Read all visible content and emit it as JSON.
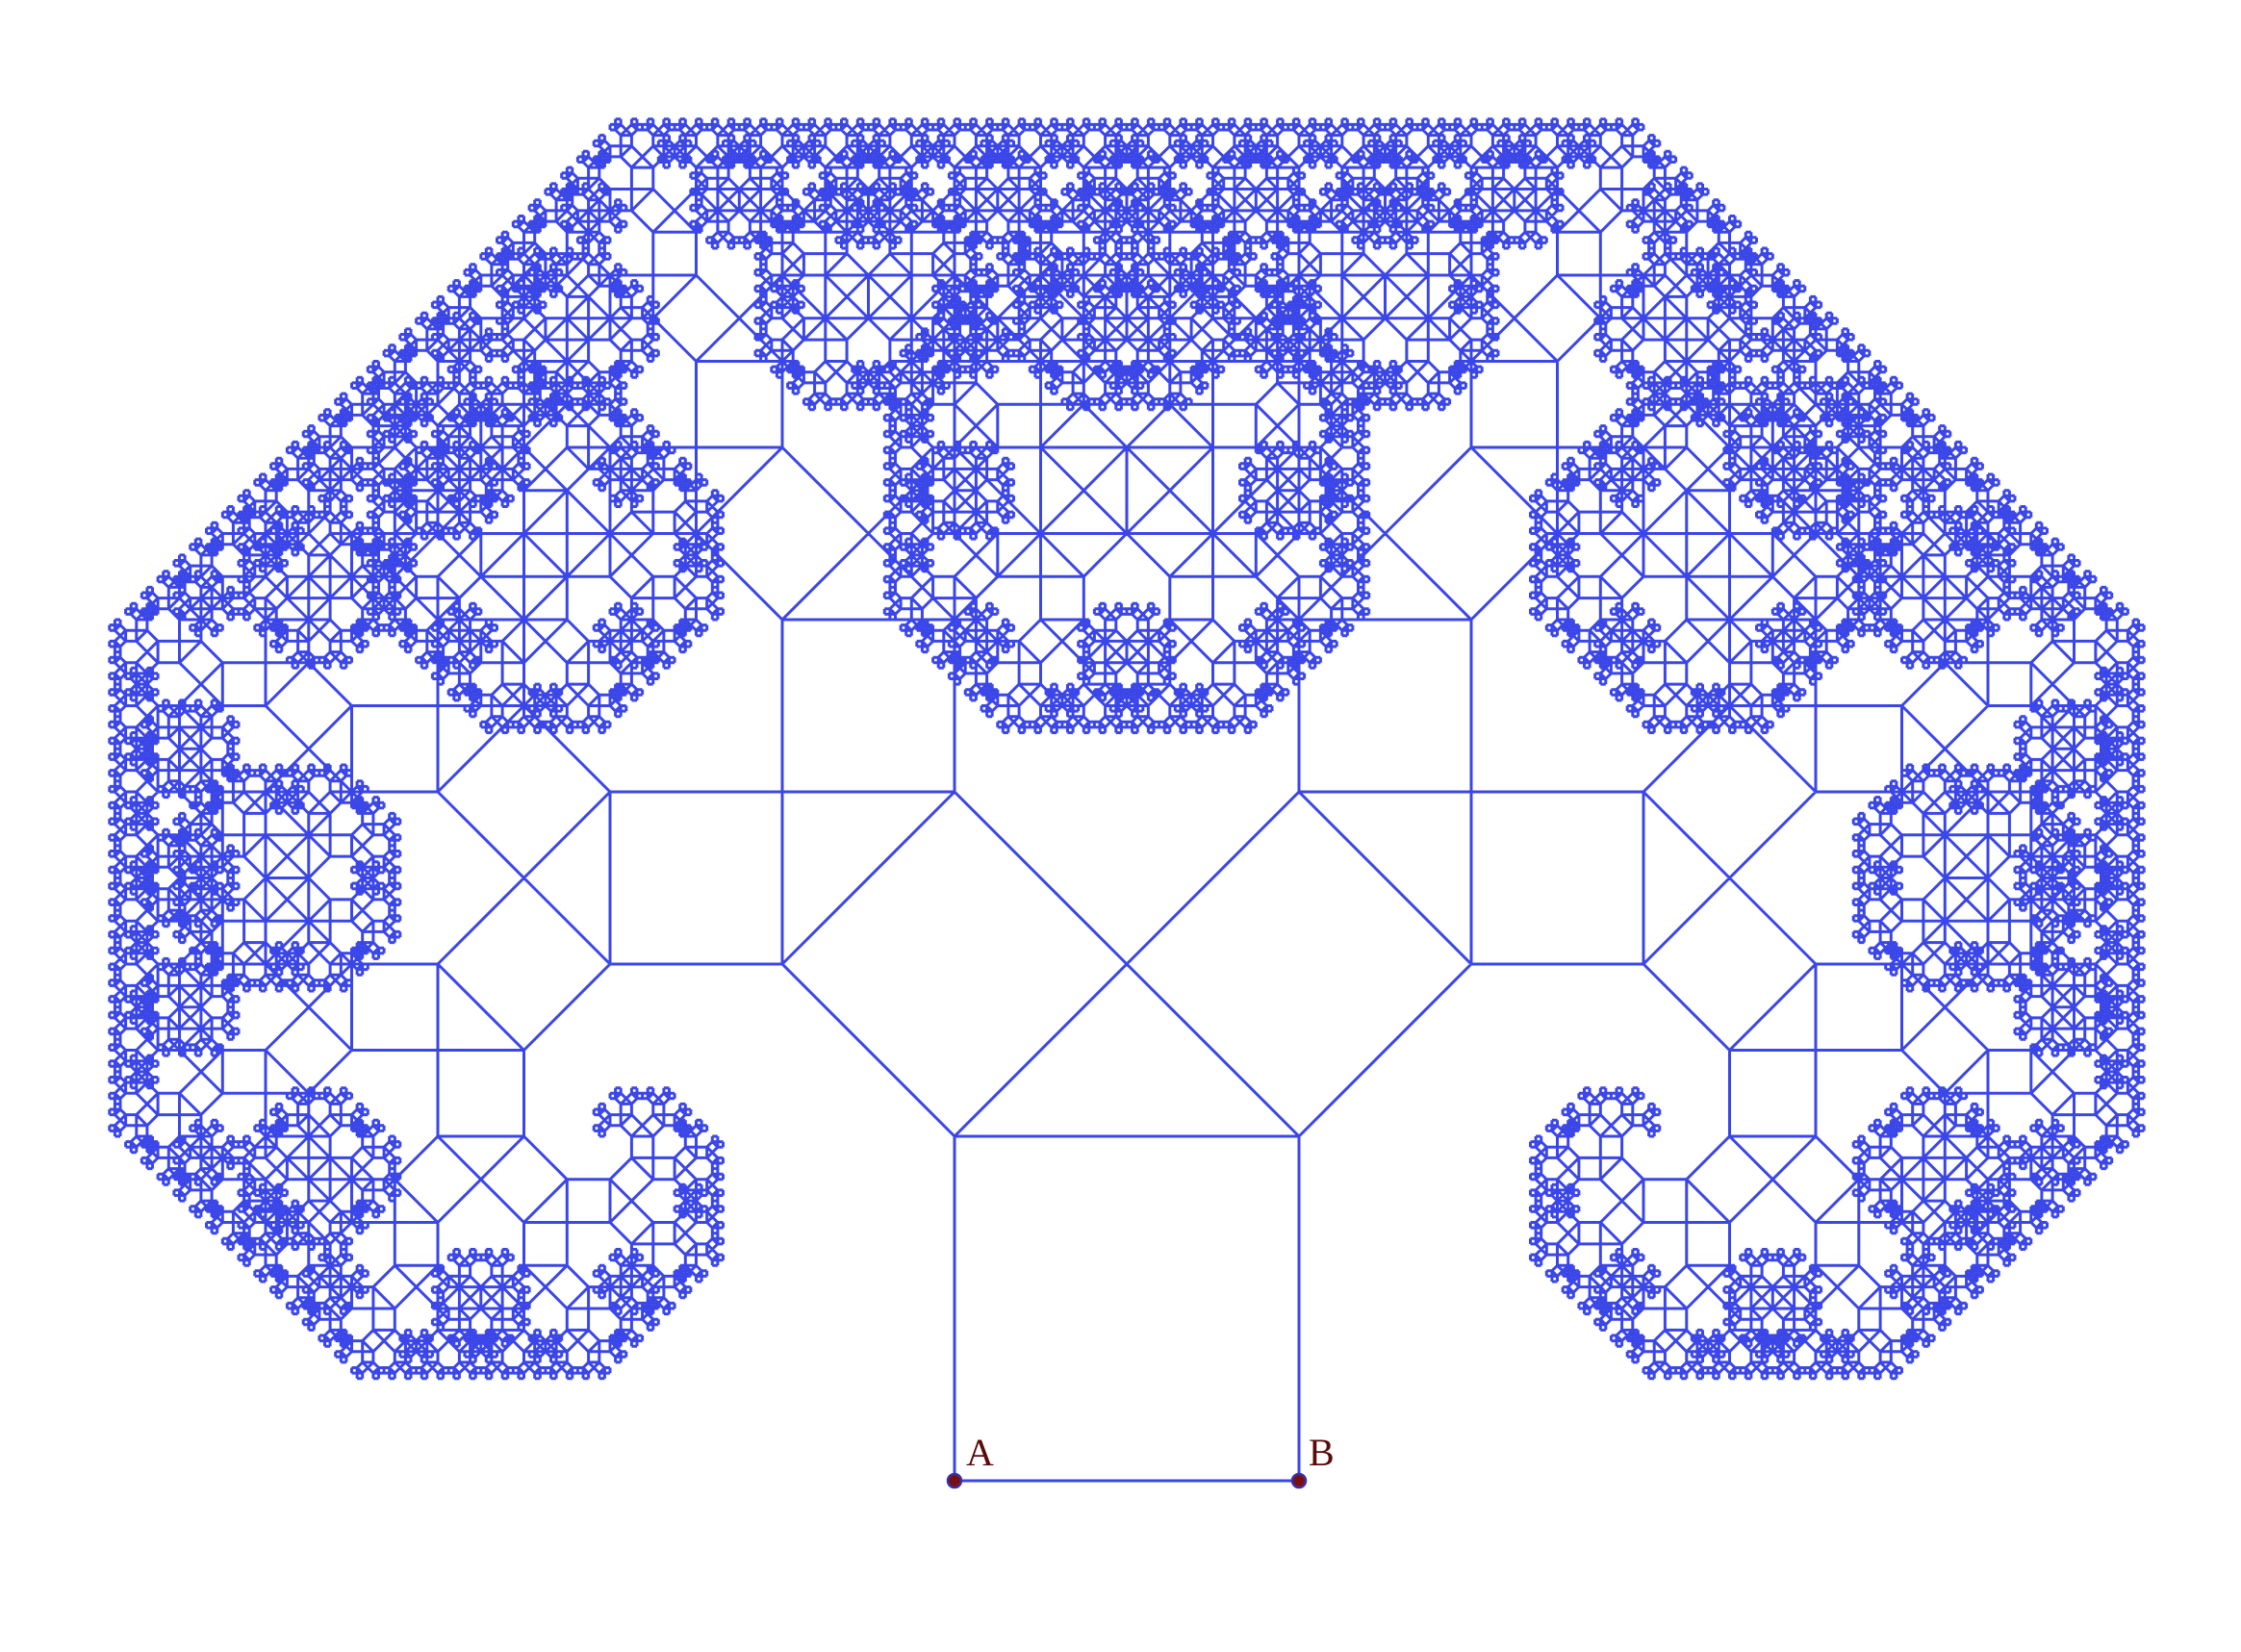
{
  "figure": {
    "points": [
      {
        "id": "A",
        "label": "A"
      },
      {
        "id": "B",
        "label": "B"
      }
    ],
    "fractal": {
      "kind": "pythagoras-tree",
      "angle_deg": 45,
      "depth": 12
    },
    "colors": {
      "background": "#ffffff",
      "tree_stroke": "#3b46e8",
      "point_fill": "#7a0f0f",
      "point_stroke": "#3b2fa8",
      "label_color": "#5a0a0a"
    }
  }
}
